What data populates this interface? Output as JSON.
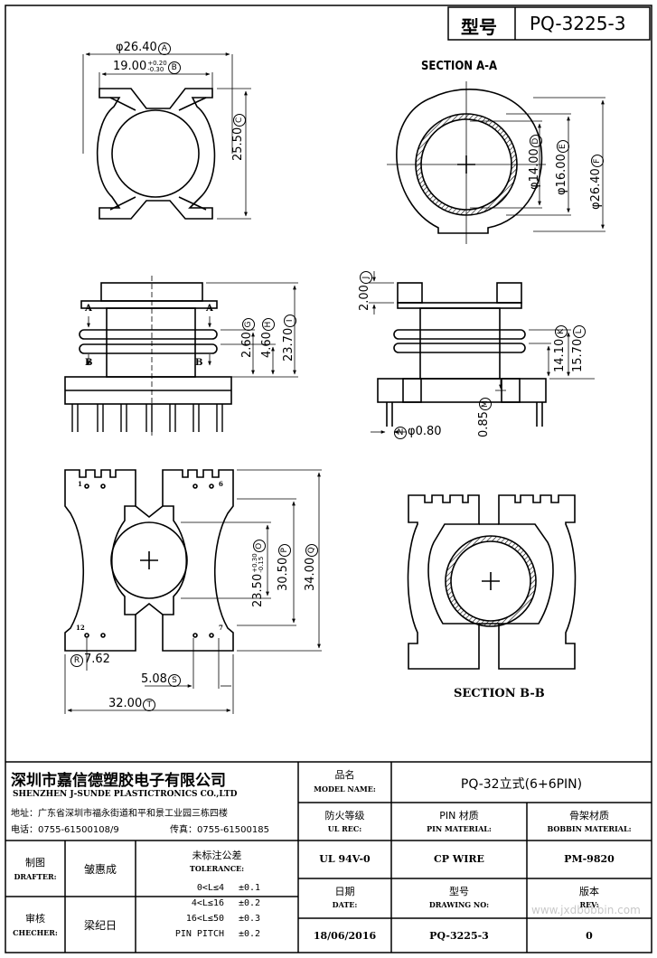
{
  "header": {
    "type_label": "型号",
    "part_number": "PQ-3225-3"
  },
  "views": {
    "section_aa": "SECTION A-A",
    "section_bb": "SECTION B-B"
  },
  "dimensions": {
    "top_dia": "φ26.40",
    "top_dia_ref": "A",
    "top_width": "19.00",
    "top_width_tol_plus": "+0.20",
    "top_width_tol_minus": "-0.30",
    "top_width_ref": "B",
    "top_height": "25.50",
    "top_height_ref": "C",
    "sec_d14": "φ14.00",
    "sec_d14_ref": "D",
    "sec_d16": "φ16.00",
    "sec_d16_ref": "E",
    "sec_d26": "φ26.40",
    "sec_d26_ref": "F",
    "front_h1": "2.60",
    "front_h1_ref": "G",
    "front_h2": "4.60",
    "front_h2_ref": "H",
    "front_h3": "23.70",
    "front_h3_ref": "I",
    "side_top": "2.00",
    "side_top_ref": "J",
    "side_h1": "14.10",
    "side_h1_ref": "K",
    "side_h2": "15.70",
    "side_h2_ref": "L",
    "side_pin_off": "0.85",
    "side_pin_off_ref": "M",
    "pin_dia": "φ0.80",
    "pin_dia_ref": "N",
    "bot_h1": "23.50",
    "bot_h1_tol_plus": "+0.30",
    "bot_h1_tol_minus": "-0.15",
    "bot_h1_ref": "O",
    "bot_h2": "30.50",
    "bot_h2_ref": "P",
    "bot_h3": "34.00",
    "bot_h3_ref": "Q",
    "bot_row": "7.62",
    "bot_row_ref": "R",
    "bot_pitch": "5.08",
    "bot_pitch_ref": "S",
    "bot_width": "32.00",
    "bot_width_ref": "T",
    "section_labels": {
      "a": "A",
      "b": "B"
    },
    "pin_labels": {
      "p1": "1",
      "p6": "6",
      "p12": "12",
      "p7": "7"
    }
  },
  "title_block": {
    "company_cn": "深圳市嘉信德塑胶电子有限公司",
    "company_en": "SHENZHEN J-SUNDE PLASTICTRONICS CO.,LTD",
    "address": "地址：广东省深圳市福永街道和平和景工业园三栋四楼",
    "phone": "电话：0755-61500108/9",
    "fax": "传真：0755-61500185",
    "model_label_cn": "品名",
    "model_label_en": "MODEL NAME:",
    "model_value": "PQ-32立式(6+6PIN)",
    "ul_label_cn": "防火等级",
    "ul_label_en": "UL REC:",
    "ul_value": "UL 94V-0",
    "pin_label_cn": "PIN 材质",
    "pin_label_en": "PIN MATERIAL:",
    "pin_value": "CP WIRE",
    "bobbin_label_cn": "骨架材质",
    "bobbin_label_en": "BOBBIN MATERIAL:",
    "bobbin_value": "PM-9820",
    "drafter_label_cn": "制图",
    "drafter_label_en": "DRAFTER:",
    "drafter_value": "皱惠成",
    "checker_label_cn": "审核",
    "checker_label_en": "CHECHER:",
    "checker_value": "梁纪日",
    "tol_label_cn": "未标注公差",
    "tol_label_en": "TOLERANCE:",
    "tolerances": [
      {
        "range": "0<L≤4",
        "value": "±0.1"
      },
      {
        "range": "4<L≤16",
        "value": "±0.2"
      },
      {
        "range": "16<L≤50",
        "value": "±0.3"
      },
      {
        "range": "PIN PITCH",
        "value": "±0.2"
      }
    ],
    "date_label_cn": "日期",
    "date_label_en": "DATE:",
    "date_value": "18/06/2016",
    "drawing_label_cn": "型号",
    "drawing_label_en": "DRAWING NO:",
    "drawing_value": "PQ-3225-3",
    "rev_label_cn": "版本",
    "rev_label_en": "REV:",
    "rev_value": "0"
  },
  "watermark": "www.jxdbobbin.com"
}
